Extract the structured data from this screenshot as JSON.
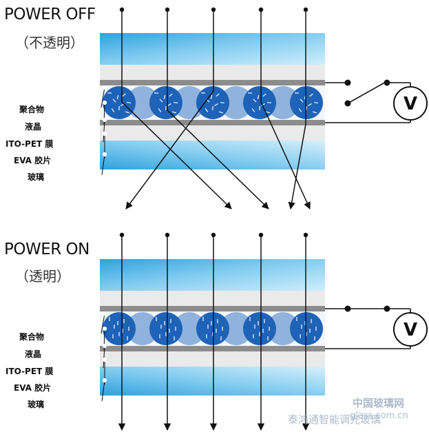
{
  "panels": [
    {
      "title": "POWER OFF",
      "subtitle": "（不透明）",
      "state": "off",
      "layers": [
        "聚合物",
        "液晶",
        "ITO-PET 膜",
        "EVA 胶片",
        "玻璃"
      ],
      "voltmeter": "V"
    },
    {
      "title": "POWER ON",
      "subtitle": "（透明）",
      "state": "on",
      "layers": [
        "聚合物",
        "液晶",
        "ITO-PET 膜",
        "EVA 胶片",
        "玻璃"
      ],
      "voltmeter": "V"
    }
  ],
  "watermark": {
    "brand": "中国玻璃网",
    "url": "glass.com.cn",
    "wechat": "泰鸿通智能调光玻璃"
  },
  "colors": {
    "glass": "#4db2e3",
    "liquid_crystal_dark": "#1f63b8",
    "liquid_crystal_light": "#8fb3dd",
    "electrode": "#8c8c8c",
    "eva": "#eaeaea"
  }
}
